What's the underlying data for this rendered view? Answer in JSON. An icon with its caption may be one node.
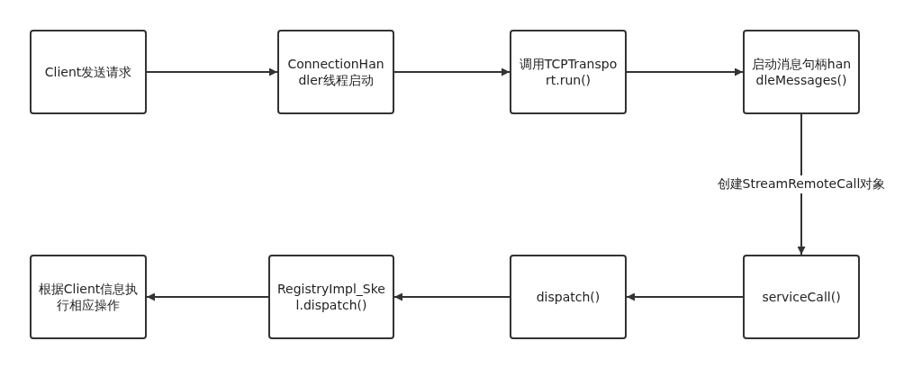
{
  "diagram": {
    "nodes": [
      {
        "text": [
          "Client发送请求"
        ]
      },
      {
        "text": [
          "ConnectionHandler线程启动"
        ]
      },
      {
        "text": [
          "调用TCPTransport.run()"
        ]
      },
      {
        "text": [
          "启动消息句柄handleMessages()"
        ]
      },
      {
        "text": [
          "serviceCall()"
        ]
      },
      {
        "text": [
          "dispatch()"
        ]
      },
      {
        "text": [
          "RegistryImpl_Skel.dispatch()"
        ]
      },
      {
        "text": [
          "根据Client信息执行相应操作"
        ]
      }
    ],
    "edges": [
      {
        "from": 0,
        "to": 1,
        "arrow": "to"
      },
      {
        "from": 1,
        "to": 2,
        "arrow": "to"
      },
      {
        "from": 2,
        "to": 3,
        "arrow": "to"
      },
      {
        "from": 3,
        "to": 4,
        "arrow": "to",
        "label": "创建StreamRemoteCall对象"
      },
      {
        "from": 4,
        "to": 5,
        "arrow": "to"
      },
      {
        "from": 5,
        "to": 6,
        "arrow": "to"
      },
      {
        "from": 6,
        "to": 7,
        "arrow": "to"
      }
    ]
  }
}
